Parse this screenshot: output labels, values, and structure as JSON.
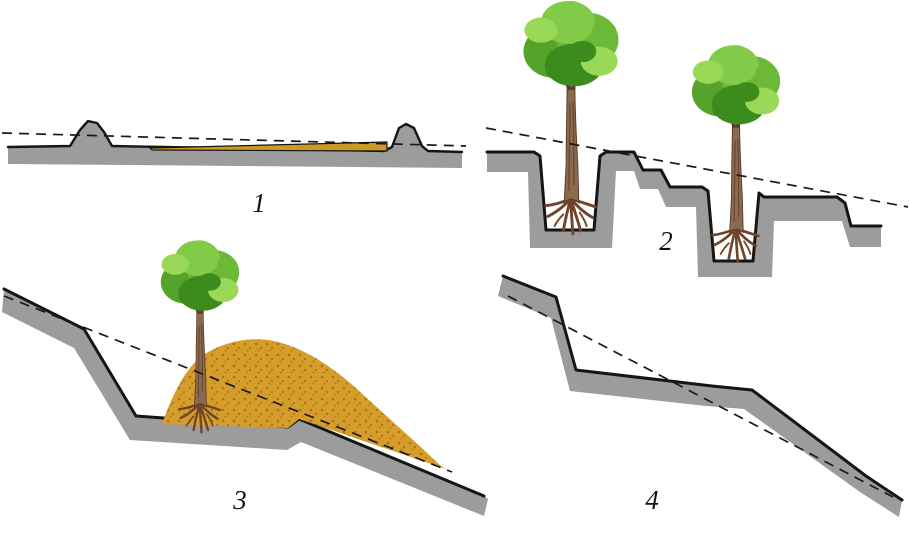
{
  "figure": {
    "type": "terrain-cross-section-diagram",
    "panels": [
      {
        "label": "1",
        "name": "flat-site-with-edge-berms-and-soil-fill"
      },
      {
        "label": "2",
        "name": "terraces-with-trees-in-planting-pits"
      },
      {
        "label": "3",
        "name": "slope-with-soil-mound-and-planted-tree"
      },
      {
        "label": "4",
        "name": "stepped-graded-slope"
      }
    ],
    "colors": {
      "page_bg": "#ffffff",
      "ground_gray": "#9c9c9c",
      "outline": "#151515",
      "dash": "#1a1a1a",
      "soil_fill": "#cc9a22",
      "mound_base": "#d59e2b",
      "mound_dot": "#b0701a",
      "trunk": "#8c6a50",
      "trunk_dark": "#5a3b28",
      "root": "#6f452c",
      "foliage_mid": "#55a32a",
      "foliage_mid2": "#6cb93a",
      "foliage_light": "#82cb48",
      "foliage_deep": "#3c8c1d",
      "foliage_pale": "#9ad857",
      "label_color": "#111111"
    }
  }
}
